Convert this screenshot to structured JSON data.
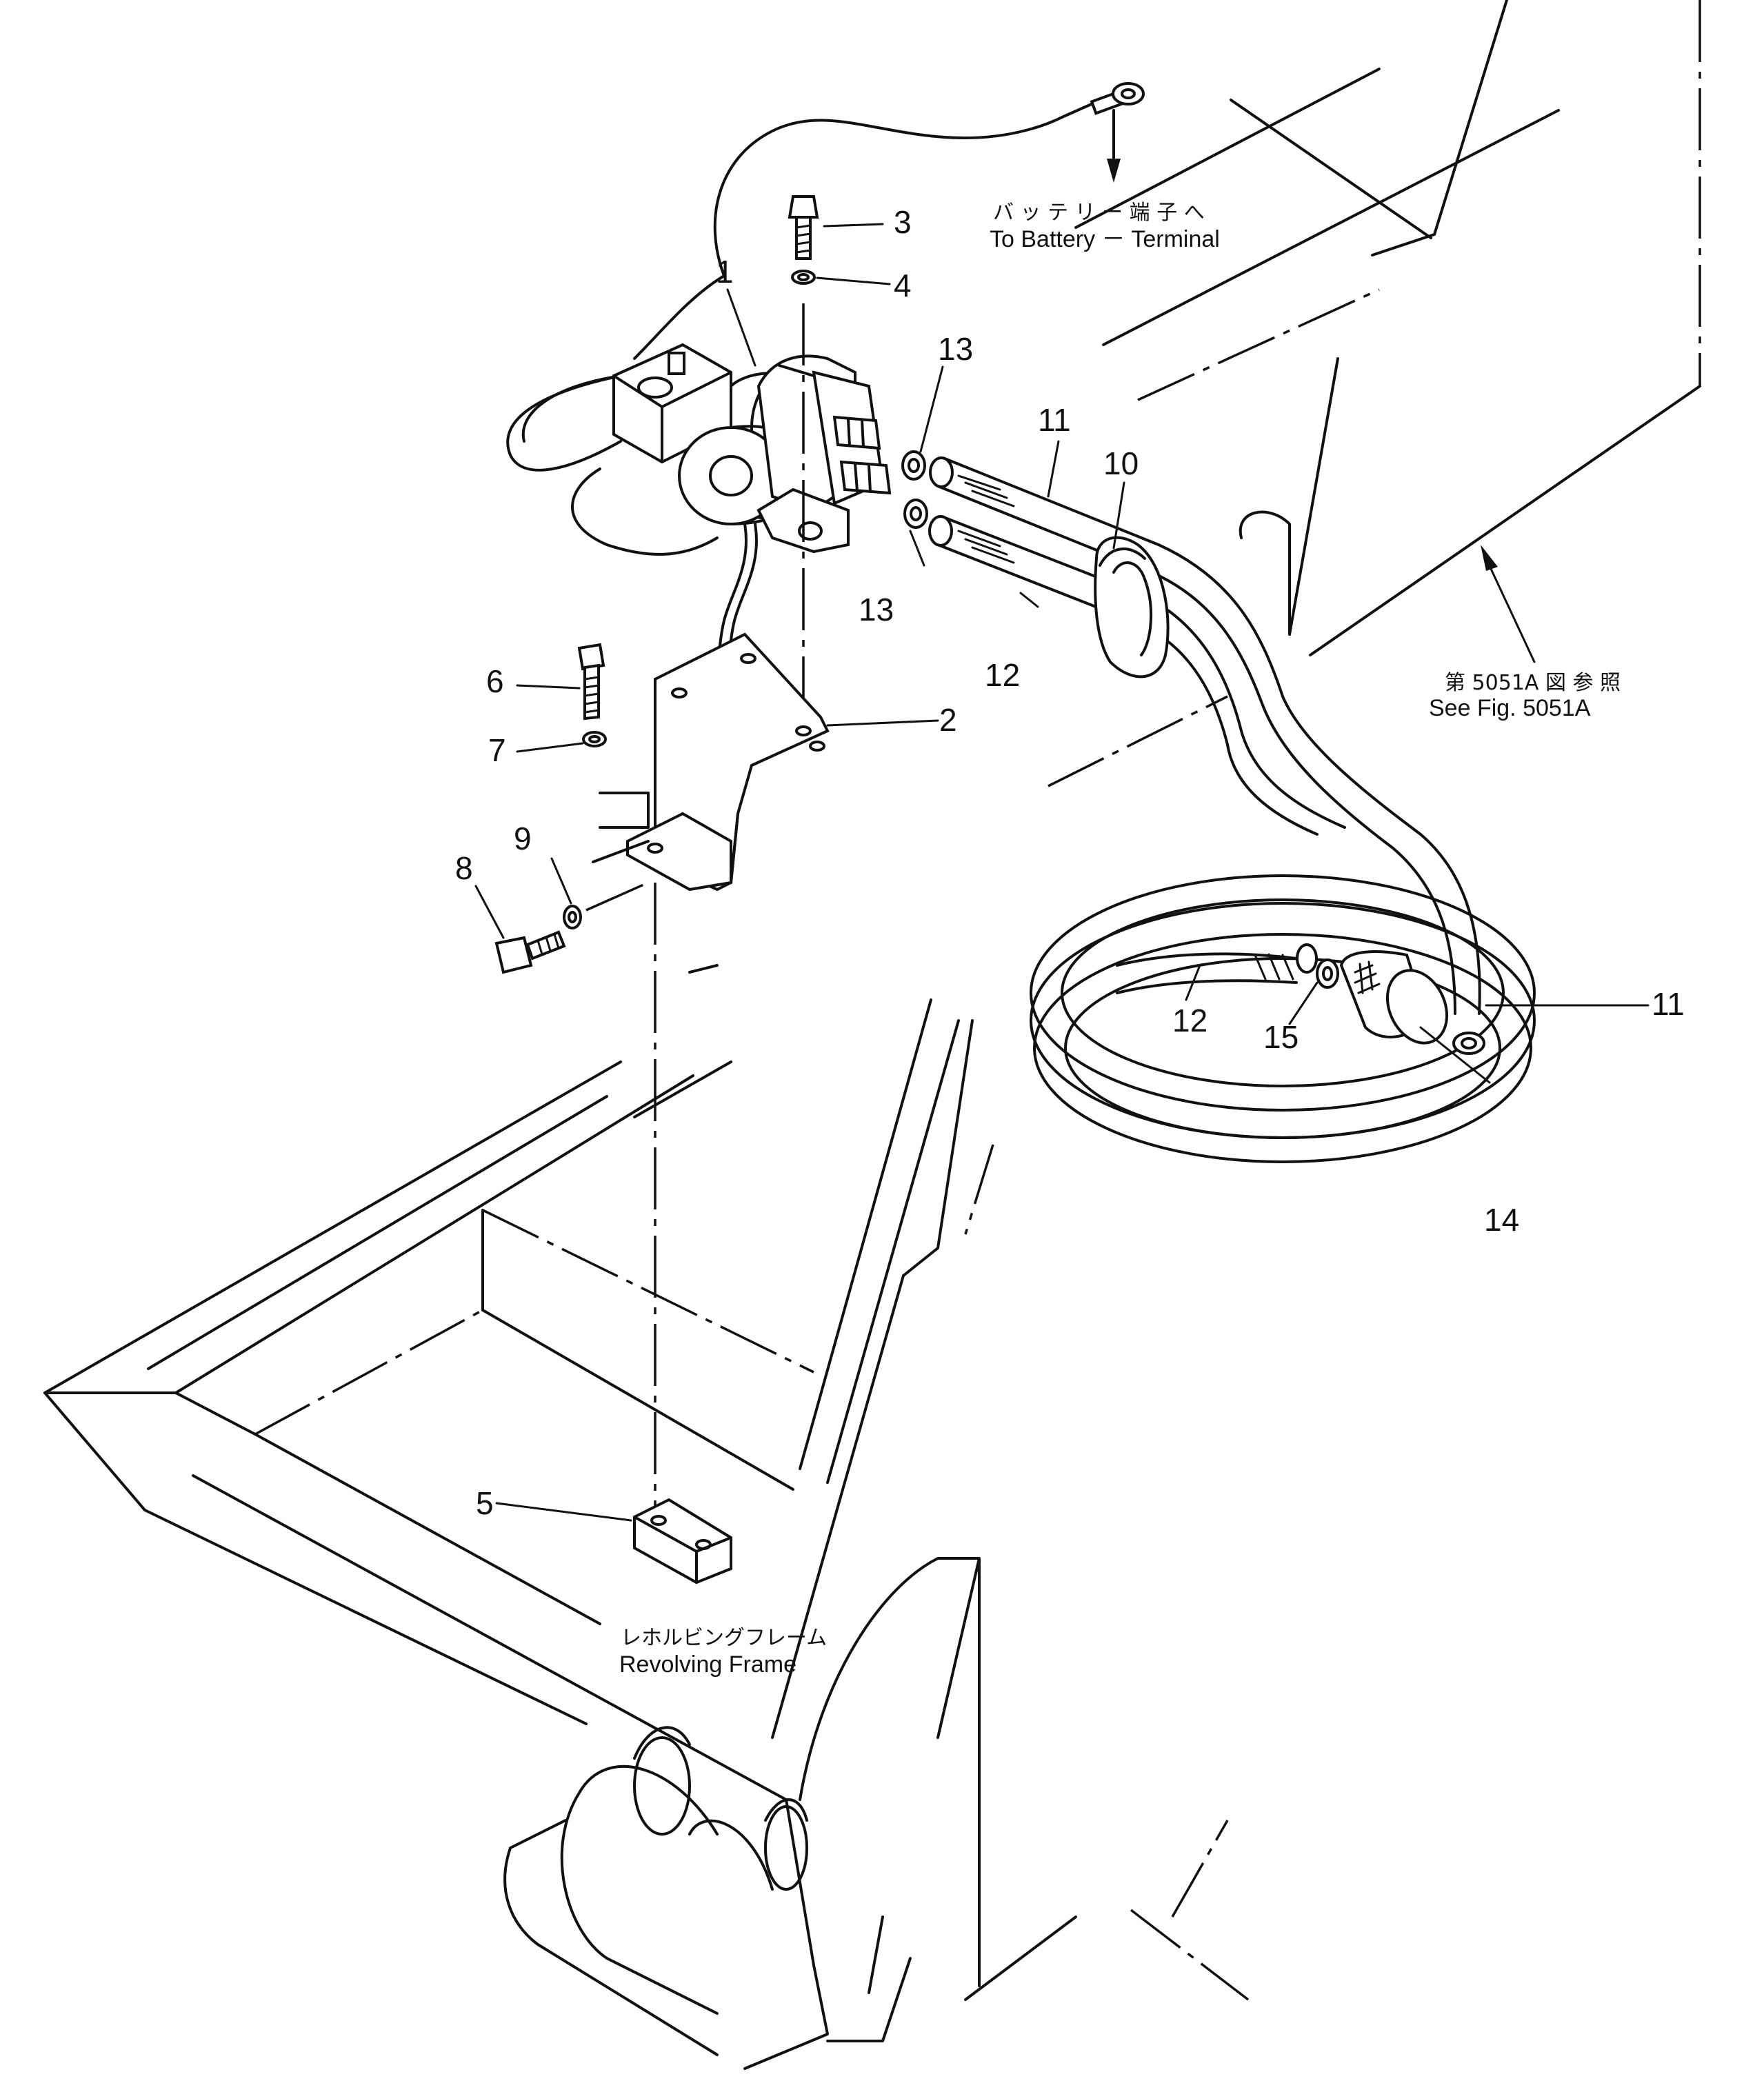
{
  "callouts": {
    "c1": "1",
    "c2": "2",
    "c3": "3",
    "c4": "4",
    "c5": "5",
    "c6": "6",
    "c7": "7",
    "c8": "8",
    "c9": "9",
    "c10": "10",
    "c11a": "11",
    "c11b": "11",
    "c12a": "12",
    "c12b": "12",
    "c13a": "13",
    "c13b": "13",
    "c14": "14",
    "c15": "15"
  },
  "notes": {
    "battery_jp": "バ ッ テ リ ー 端 子 へ",
    "battery_en": "To Battery － Terminal",
    "fig_ref_jp": "第 5051A 図 参 照",
    "fig_ref_en": "See Fig. 5051A",
    "frame_jp": "レホルビングフレーム",
    "frame_en": "Revolving Frame"
  }
}
